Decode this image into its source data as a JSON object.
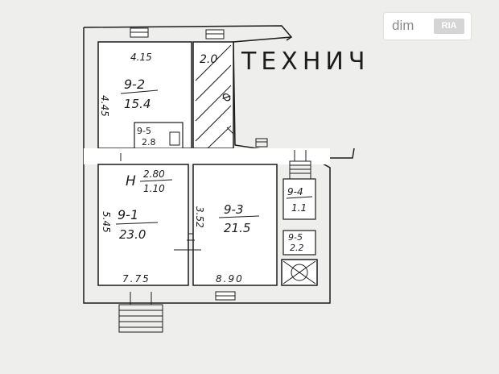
{
  "plan": {
    "rooms": [
      {
        "id": "9-2",
        "number": "9-2",
        "area": "15.4",
        "width_dim": "4.15",
        "height_dim": "4.45"
      },
      {
        "id": "storage",
        "area": "2.0",
        "note": "Ф"
      },
      {
        "id": "9-5",
        "number": "9-5",
        "area": "2.8"
      },
      {
        "id": "corridor",
        "letter": "Н",
        "top": "2.80",
        "bottom": "1.10"
      },
      {
        "id": "9-1",
        "number": "9-1",
        "area": "23.0",
        "width_dim": "7.75",
        "height_dim": "5.45"
      },
      {
        "id": "9-3",
        "number": "9-3",
        "area": "21.5",
        "width_dim": "8.90",
        "height_dim": "3.52"
      },
      {
        "id": "9-4",
        "number": "9-4",
        "area": "1.1"
      },
      {
        "id": "9-5b",
        "number": "9-5",
        "area": "2.2"
      }
    ]
  },
  "background_text": "ТЕХНИЧ",
  "watermark": {
    "brand": "dim",
    "sub": "RIA"
  },
  "colors": {
    "ink": "#1c1c1c",
    "paper": "#eeeeec",
    "wall": "#ffffff"
  }
}
